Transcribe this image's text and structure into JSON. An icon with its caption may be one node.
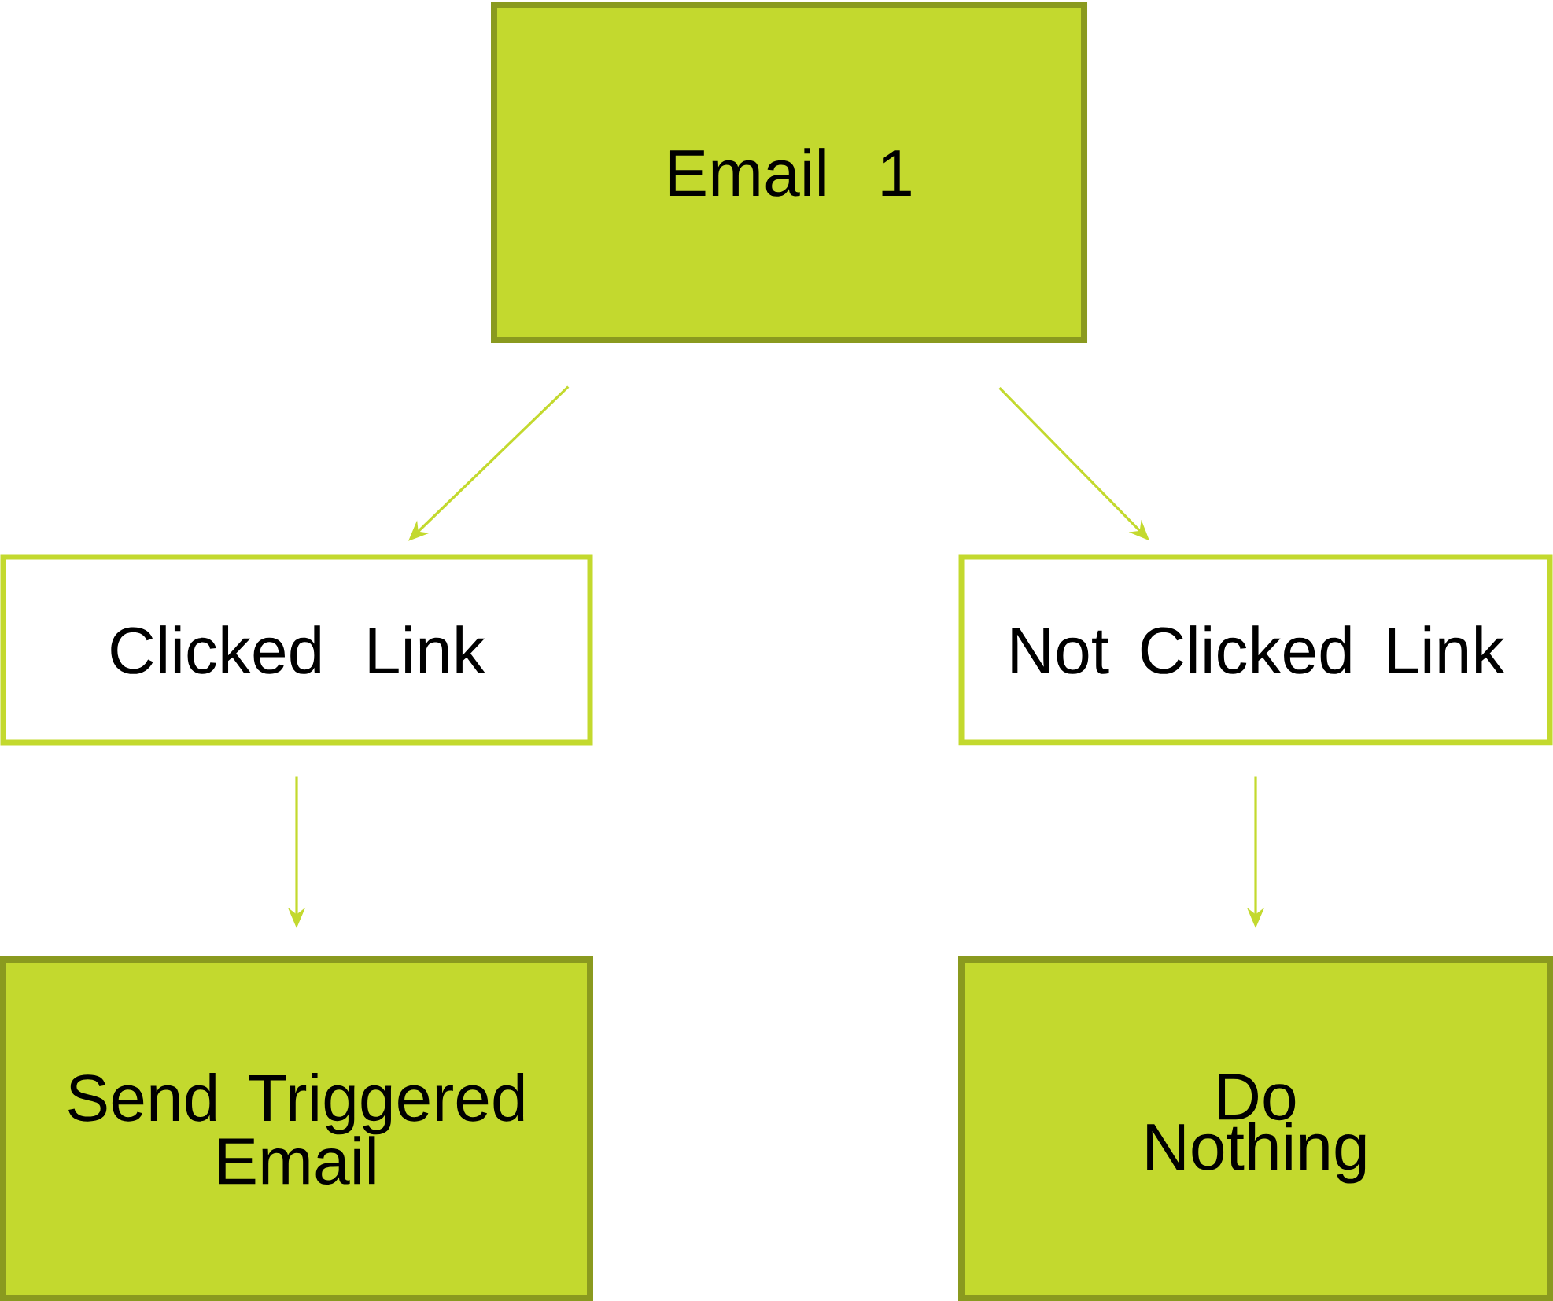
{
  "diagram": {
    "nodes": [
      {
        "text": [
          "Email 1"
        ]
      },
      {
        "text": [
          "Clicked Link"
        ]
      },
      {
        "text": [
          "Not Clicked Link"
        ]
      },
      {
        "text": [
          "Send Triggered Email"
        ]
      },
      {
        "text": [
          "Do Nothing"
        ]
      }
    ],
    "edges": [
      {
        "from": 0,
        "to": 1,
        "arrow": "to"
      },
      {
        "from": 0,
        "to": 2,
        "arrow": "to"
      },
      {
        "from": 1,
        "to": 3,
        "arrow": "to"
      },
      {
        "from": 2,
        "to": 4,
        "arrow": "to"
      }
    ]
  }
}
